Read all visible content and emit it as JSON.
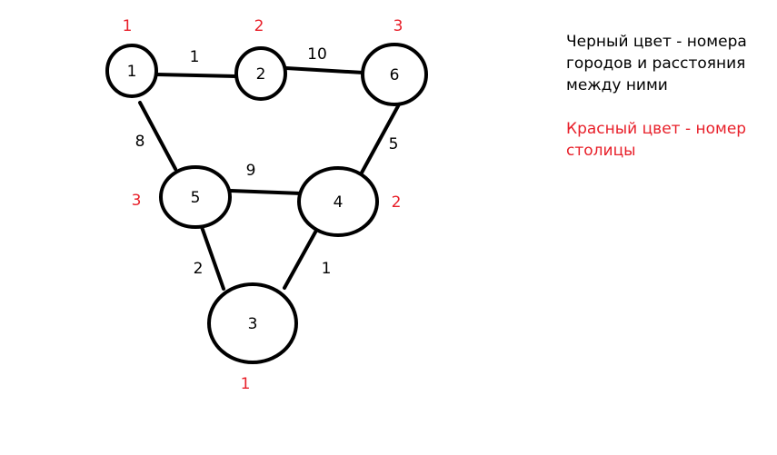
{
  "colors": {
    "black": "#000000",
    "red": "#e8202a"
  },
  "diagram": {
    "nodes": [
      {
        "id": "1",
        "label": "1",
        "capital": "1"
      },
      {
        "id": "2",
        "label": "2",
        "capital": "2"
      },
      {
        "id": "6",
        "label": "6",
        "capital": "3"
      },
      {
        "id": "5",
        "label": "5",
        "capital": "3"
      },
      {
        "id": "4",
        "label": "4",
        "capital": "2"
      },
      {
        "id": "3",
        "label": "3",
        "capital": "1"
      }
    ],
    "edges": [
      {
        "from": "1",
        "to": "2",
        "weight": "1"
      },
      {
        "from": "2",
        "to": "6",
        "weight": "10"
      },
      {
        "from": "1",
        "to": "5",
        "weight": "8"
      },
      {
        "from": "6",
        "to": "4",
        "weight": "5"
      },
      {
        "from": "5",
        "to": "4",
        "weight": "9"
      },
      {
        "from": "5",
        "to": "3",
        "weight": "2"
      },
      {
        "from": "4",
        "to": "3",
        "weight": "1"
      }
    ]
  },
  "legend": {
    "black_text": "Черный цвет - номера городов и расстояния между ними",
    "red_text": "Красный цвет - номер столицы"
  }
}
